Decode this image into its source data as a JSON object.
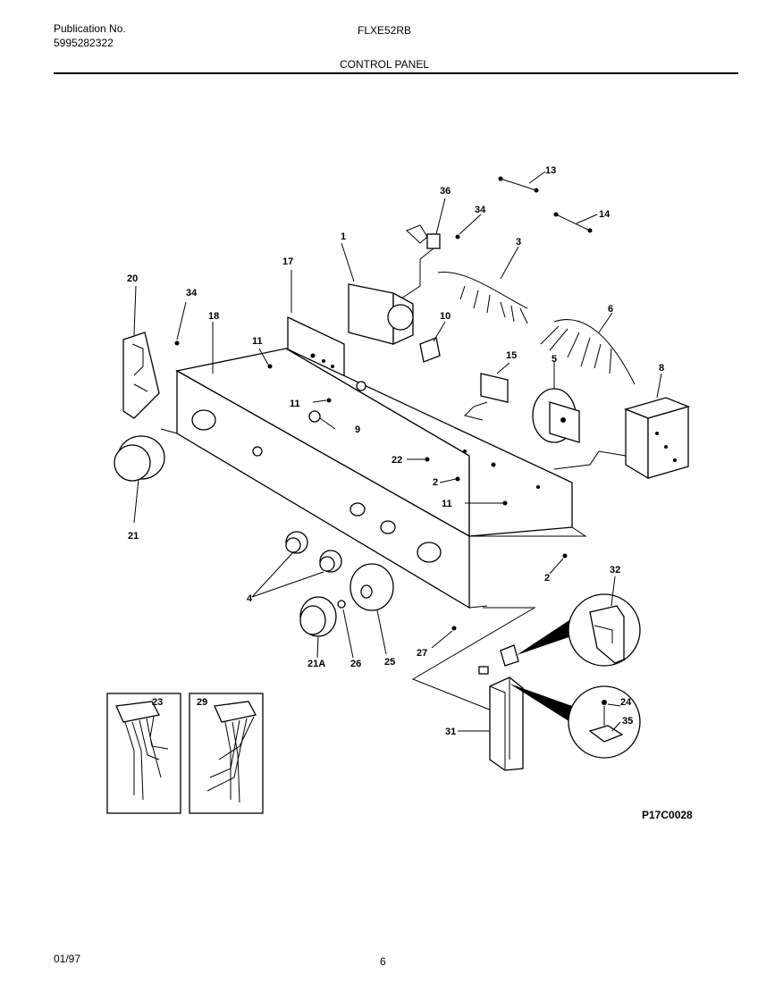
{
  "header": {
    "publication_label": "Publication No.",
    "publication_number": "5995282322",
    "model": "FLXE52RB",
    "section_title": "CONTROL PANEL"
  },
  "footer": {
    "date": "01/97",
    "page": "6"
  },
  "drawing_code": "P17C0028",
  "callouts": {
    "c1": "1",
    "c2a": "2",
    "c2b": "2",
    "c3": "3",
    "c5": "5",
    "c6": "6",
    "c8": "8",
    "c9": "9",
    "c10": "10",
    "c11a": "11",
    "c11b": "11",
    "c11c": "11",
    "c13": "13",
    "c14": "14",
    "c15": "15",
    "c17": "17",
    "c18": "18",
    "c20": "20",
    "c21": "21",
    "c21a": "21A",
    "c22": "22",
    "c23": "23",
    "c24": "24",
    "c25": "25",
    "c26": "26",
    "c27": "27",
    "c29": "29",
    "c31": "31",
    "c32": "32",
    "c34a": "34",
    "c34b": "34",
    "c35": "35",
    "c36": "36",
    "c4": "4"
  }
}
